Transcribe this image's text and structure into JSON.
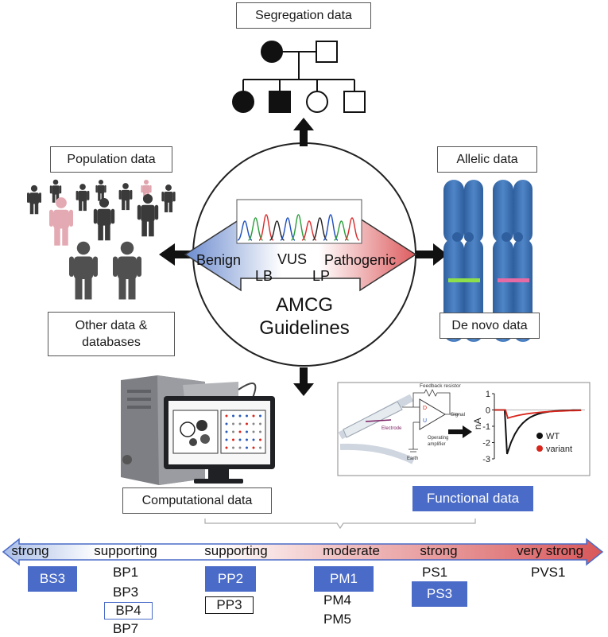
{
  "labels": {
    "segregation": "Segregation data",
    "population": "Population data",
    "allelic": "Allelic data",
    "other": "Other data &\ndatabases",
    "de_novo": "De novo data",
    "computational": "Computational data",
    "functional": "Functional data"
  },
  "center": {
    "benign": "Benign",
    "pathogenic": "Pathogenic",
    "vus": "VUS",
    "lb": "LB",
    "lp": "LP",
    "title_line1": "AMCG",
    "title_line2": "Guidelines"
  },
  "circuit": {
    "feedback_resistor": "Feedback resistor",
    "signal": "Signal",
    "operating_amplifier": "Operating\namplifier",
    "electrode": "Electrode",
    "earth": "Earth"
  },
  "current_plot": {
    "ylabel": "nA",
    "yticks": [
      "1",
      "0",
      "-1",
      "-2",
      "-3"
    ],
    "legend": [
      "WT",
      "variant"
    ],
    "colors": {
      "wt": "#111111",
      "variant": "#d9261c"
    }
  },
  "scale": {
    "levels": [
      "strong",
      "supporting",
      "supporting",
      "moderate",
      "strong",
      "very strong"
    ]
  },
  "criteria": {
    "bs3": "BS3",
    "bp1": "BP1",
    "bp3": "BP3",
    "bp4": "BP4",
    "bp7": "BP7",
    "pp2": "PP2",
    "pp3": "PP3",
    "pm1": "PM1",
    "pm4": "PM4",
    "pm5": "PM5",
    "ps1": "PS1",
    "ps3": "PS3",
    "pvs1": "PVS1"
  },
  "colors": {
    "highlight": "#4a6bc7",
    "benign": "#5b7fc6",
    "pathogenic": "#d9575a",
    "chromosome": "#3c6fb0"
  }
}
